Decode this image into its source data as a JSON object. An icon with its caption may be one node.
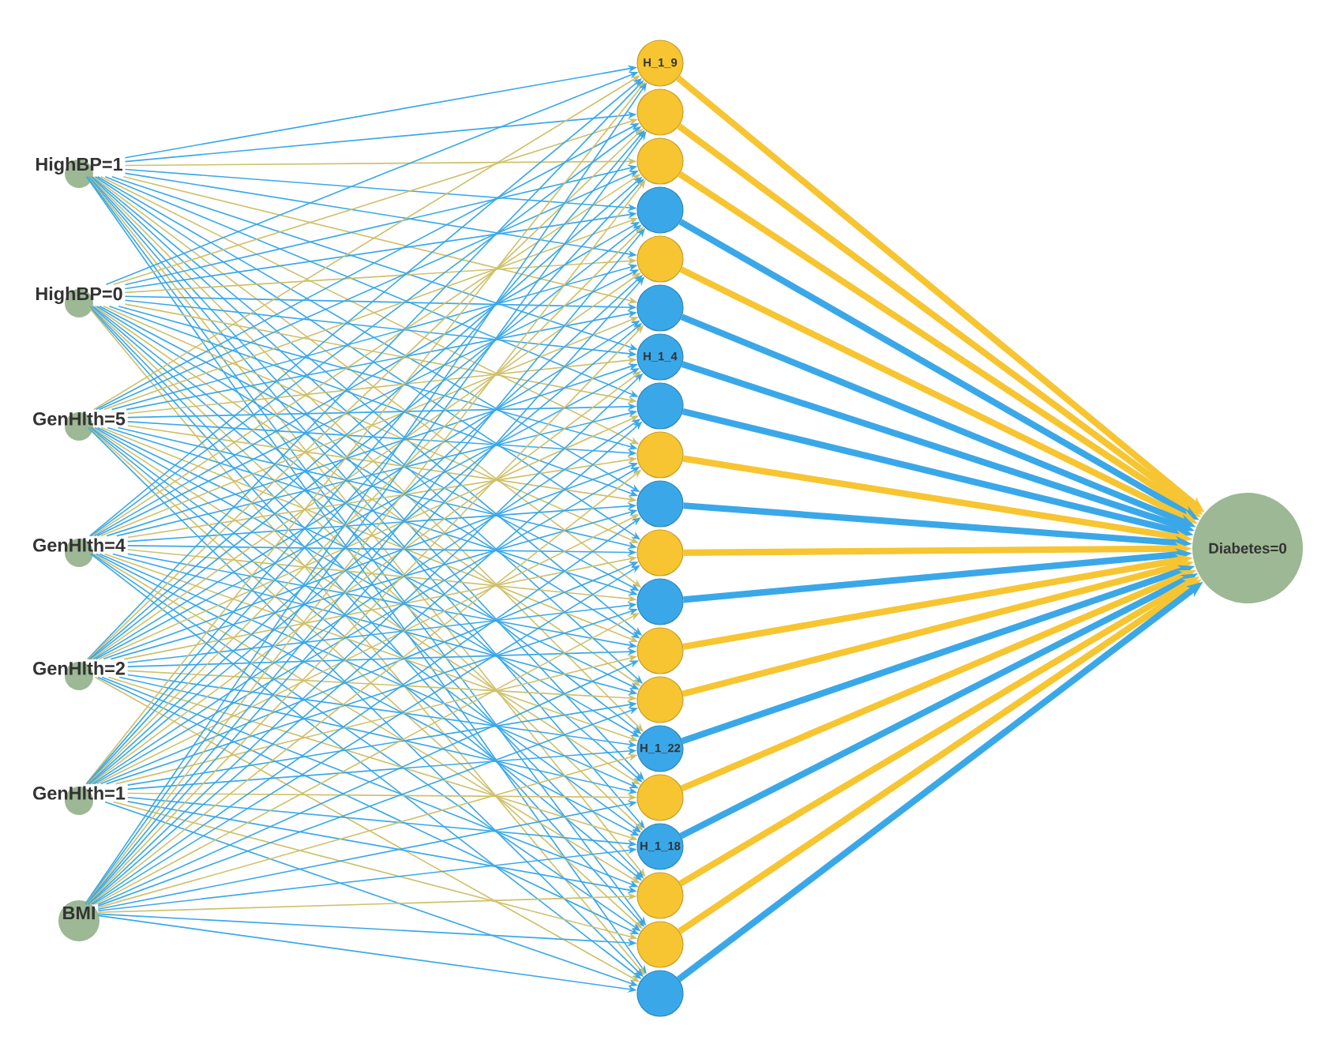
{
  "diagram": {
    "nodes": [
      {
        "text": [
          "HighBP=1"
        ]
      },
      {
        "text": [
          "HighBP=0"
        ]
      },
      {
        "text": [
          "GenHlth=5"
        ]
      },
      {
        "text": [
          "GenHlth=4"
        ]
      },
      {
        "text": [
          "GenHlth=2"
        ]
      },
      {
        "text": [
          "GenHlth=1"
        ]
      },
      {
        "text": [
          "BMI"
        ]
      },
      {
        "text": [
          "H_1_9"
        ]
      },
      {
        "text": [],
        "shape": "circle"
      },
      {
        "text": [],
        "shape": "circle"
      },
      {
        "text": [],
        "shape": "circle"
      },
      {
        "text": [],
        "shape": "circle"
      },
      {
        "text": [],
        "shape": "circle"
      },
      {
        "text": [
          "H_1_4"
        ]
      },
      {
        "text": [],
        "shape": "circle"
      },
      {
        "text": [],
        "shape": "circle"
      },
      {
        "text": [],
        "shape": "circle"
      },
      {
        "text": [],
        "shape": "circle"
      },
      {
        "text": [],
        "shape": "circle"
      },
      {
        "text": [],
        "shape": "circle"
      },
      {
        "text": [],
        "shape": "circle"
      },
      {
        "text": [
          "H_1_22"
        ]
      },
      {
        "text": [],
        "shape": "circle"
      },
      {
        "text": [
          "H_1_18"
        ]
      },
      {
        "text": [],
        "shape": "circle"
      },
      {
        "text": [],
        "shape": "circle"
      },
      {
        "text": [],
        "shape": "circle"
      },
      {
        "text": [
          "Diabetes=0"
        ]
      }
    ],
    "edges": [
      {
        "from": 0,
        "to": 7,
        "arrow": "to"
      },
      {
        "from": 0,
        "to": 8,
        "arrow": "to"
      },
      {
        "from": 0,
        "to": 9,
        "arrow": "to",
        "color": "#cfc06a"
      },
      {
        "from": 0,
        "to": 10,
        "arrow": "to"
      },
      {
        "from": 0,
        "to": 11,
        "arrow": "to"
      },
      {
        "from": 0,
        "to": 12,
        "arrow": "to",
        "color": "#cfc06a"
      },
      {
        "from": 0,
        "to": 13,
        "arrow": "to"
      },
      {
        "from": 0,
        "to": 14,
        "arrow": "to"
      },
      {
        "from": 0,
        "to": 15,
        "arrow": "to",
        "color": "#cfc06a"
      },
      {
        "from": 0,
        "to": 16,
        "arrow": "to"
      },
      {
        "from": 0,
        "to": 17,
        "arrow": "to"
      },
      {
        "from": 0,
        "to": 18,
        "arrow": "to",
        "color": "#cfc06a"
      },
      {
        "from": 0,
        "to": 19,
        "arrow": "to"
      },
      {
        "from": 0,
        "to": 20,
        "arrow": "to"
      },
      {
        "from": 0,
        "to": 21,
        "arrow": "to",
        "color": "#cfc06a"
      },
      {
        "from": 0,
        "to": 22,
        "arrow": "to"
      },
      {
        "from": 0,
        "to": 23,
        "arrow": "to"
      },
      {
        "from": 0,
        "to": 24,
        "arrow": "to",
        "color": "#cfc06a"
      },
      {
        "from": 0,
        "to": 25,
        "arrow": "to"
      },
      {
        "from": 0,
        "to": 26,
        "arrow": "to"
      },
      {
        "from": 1,
        "to": 7,
        "arrow": "to"
      },
      {
        "from": 1,
        "to": 8,
        "arrow": "to",
        "color": "#cfc06a"
      },
      {
        "from": 1,
        "to": 9,
        "arrow": "to"
      },
      {
        "from": 1,
        "to": 10,
        "arrow": "to"
      },
      {
        "from": 1,
        "to": 11,
        "arrow": "to",
        "color": "#cfc06a"
      },
      {
        "from": 1,
        "to": 12,
        "arrow": "to"
      },
      {
        "from": 1,
        "to": 13,
        "arrow": "to"
      },
      {
        "from": 1,
        "to": 14,
        "arrow": "to",
        "color": "#cfc06a"
      },
      {
        "from": 1,
        "to": 15,
        "arrow": "to"
      },
      {
        "from": 1,
        "to": 16,
        "arrow": "to"
      },
      {
        "from": 1,
        "to": 17,
        "arrow": "to",
        "color": "#cfc06a"
      },
      {
        "from": 1,
        "to": 18,
        "arrow": "to"
      },
      {
        "from": 1,
        "to": 19,
        "arrow": "to"
      },
      {
        "from": 1,
        "to": 20,
        "arrow": "to",
        "color": "#cfc06a"
      },
      {
        "from": 1,
        "to": 21,
        "arrow": "to"
      },
      {
        "from": 1,
        "to": 22,
        "arrow": "to"
      },
      {
        "from": 1,
        "to": 23,
        "arrow": "to",
        "color": "#cfc06a"
      },
      {
        "from": 1,
        "to": 24,
        "arrow": "to"
      },
      {
        "from": 1,
        "to": 25,
        "arrow": "to"
      },
      {
        "from": 1,
        "to": 26,
        "arrow": "to",
        "color": "#cfc06a"
      },
      {
        "from": 2,
        "to": 7,
        "arrow": "to",
        "color": "#cfc06a"
      },
      {
        "from": 2,
        "to": 8,
        "arrow": "to"
      },
      {
        "from": 2,
        "to": 9,
        "arrow": "to"
      },
      {
        "from": 2,
        "to": 10,
        "arrow": "to",
        "color": "#cfc06a"
      },
      {
        "from": 2,
        "to": 11,
        "arrow": "to"
      },
      {
        "from": 2,
        "to": 12,
        "arrow": "to"
      },
      {
        "from": 2,
        "to": 13,
        "arrow": "to",
        "color": "#cfc06a"
      },
      {
        "from": 2,
        "to": 14,
        "arrow": "to"
      },
      {
        "from": 2,
        "to": 15,
        "arrow": "to"
      },
      {
        "from": 2,
        "to": 16,
        "arrow": "to",
        "color": "#cfc06a"
      },
      {
        "from": 2,
        "to": 17,
        "arrow": "to"
      },
      {
        "from": 2,
        "to": 18,
        "arrow": "to"
      },
      {
        "from": 2,
        "to": 19,
        "arrow": "to",
        "color": "#cfc06a"
      },
      {
        "from": 2,
        "to": 20,
        "arrow": "to"
      },
      {
        "from": 2,
        "to": 21,
        "arrow": "to"
      },
      {
        "from": 2,
        "to": 22,
        "arrow": "to",
        "color": "#cfc06a"
      },
      {
        "from": 2,
        "to": 23,
        "arrow": "to"
      },
      {
        "from": 2,
        "to": 24,
        "arrow": "to"
      },
      {
        "from": 2,
        "to": 25,
        "arrow": "to",
        "color": "#cfc06a"
      },
      {
        "from": 2,
        "to": 26,
        "arrow": "to"
      },
      {
        "from": 3,
        "to": 7,
        "arrow": "to"
      },
      {
        "from": 3,
        "to": 8,
        "arrow": "to"
      },
      {
        "from": 3,
        "to": 9,
        "arrow": "to",
        "color": "#cfc06a"
      },
      {
        "from": 3,
        "to": 10,
        "arrow": "to"
      },
      {
        "from": 3,
        "to": 11,
        "arrow": "to"
      },
      {
        "from": 3,
        "to": 12,
        "arrow": "to",
        "color": "#cfc06a"
      },
      {
        "from": 3,
        "to": 13,
        "arrow": "to"
      },
      {
        "from": 3,
        "to": 14,
        "arrow": "to"
      },
      {
        "from": 3,
        "to": 15,
        "arrow": "to",
        "color": "#cfc06a"
      },
      {
        "from": 3,
        "to": 16,
        "arrow": "to"
      },
      {
        "from": 3,
        "to": 17,
        "arrow": "to"
      },
      {
        "from": 3,
        "to": 18,
        "arrow": "to",
        "color": "#cfc06a"
      },
      {
        "from": 3,
        "to": 19,
        "arrow": "to"
      },
      {
        "from": 3,
        "to": 20,
        "arrow": "to"
      },
      {
        "from": 3,
        "to": 21,
        "arrow": "to",
        "color": "#cfc06a"
      },
      {
        "from": 3,
        "to": 22,
        "arrow": "to"
      },
      {
        "from": 3,
        "to": 23,
        "arrow": "to"
      },
      {
        "from": 3,
        "to": 24,
        "arrow": "to",
        "color": "#cfc06a"
      },
      {
        "from": 3,
        "to": 25,
        "arrow": "to"
      },
      {
        "from": 3,
        "to": 26,
        "arrow": "to"
      },
      {
        "from": 4,
        "to": 7,
        "arrow": "to"
      },
      {
        "from": 4,
        "to": 8,
        "arrow": "to",
        "color": "#cfc06a"
      },
      {
        "from": 4,
        "to": 9,
        "arrow": "to"
      },
      {
        "from": 4,
        "to": 10,
        "arrow": "to"
      },
      {
        "from": 4,
        "to": 11,
        "arrow": "to",
        "color": "#cfc06a"
      },
      {
        "from": 4,
        "to": 12,
        "arrow": "to"
      },
      {
        "from": 4,
        "to": 13,
        "arrow": "to"
      },
      {
        "from": 4,
        "to": 14,
        "arrow": "to",
        "color": "#cfc06a"
      },
      {
        "from": 4,
        "to": 15,
        "arrow": "to"
      },
      {
        "from": 4,
        "to": 16,
        "arrow": "to"
      },
      {
        "from": 4,
        "to": 17,
        "arrow": "to",
        "color": "#cfc06a"
      },
      {
        "from": 4,
        "to": 18,
        "arrow": "to"
      },
      {
        "from": 4,
        "to": 19,
        "arrow": "to"
      },
      {
        "from": 4,
        "to": 20,
        "arrow": "to",
        "color": "#cfc06a"
      },
      {
        "from": 4,
        "to": 21,
        "arrow": "to"
      },
      {
        "from": 4,
        "to": 22,
        "arrow": "to"
      },
      {
        "from": 4,
        "to": 23,
        "arrow": "to",
        "color": "#cfc06a"
      },
      {
        "from": 4,
        "to": 24,
        "arrow": "to"
      },
      {
        "from": 4,
        "to": 25,
        "arrow": "to"
      },
      {
        "from": 4,
        "to": 26,
        "arrow": "to",
        "color": "#cfc06a"
      },
      {
        "from": 5,
        "to": 7,
        "arrow": "to",
        "color": "#cfc06a"
      },
      {
        "from": 5,
        "to": 8,
        "arrow": "to"
      },
      {
        "from": 5,
        "to": 9,
        "arrow": "to"
      },
      {
        "from": 5,
        "to": 10,
        "arrow": "to",
        "color": "#cfc06a"
      },
      {
        "from": 5,
        "to": 11,
        "arrow": "to"
      },
      {
        "from": 5,
        "to": 12,
        "arrow": "to"
      },
      {
        "from": 5,
        "to": 13,
        "arrow": "to",
        "color": "#cfc06a"
      },
      {
        "from": 5,
        "to": 14,
        "arrow": "to"
      },
      {
        "from": 5,
        "to": 15,
        "arrow": "to"
      },
      {
        "from": 5,
        "to": 16,
        "arrow": "to",
        "color": "#cfc06a"
      },
      {
        "from": 5,
        "to": 17,
        "arrow": "to"
      },
      {
        "from": 5,
        "to": 18,
        "arrow": "to"
      },
      {
        "from": 5,
        "to": 19,
        "arrow": "to",
        "color": "#cfc06a"
      },
      {
        "from": 5,
        "to": 20,
        "arrow": "to"
      },
      {
        "from": 5,
        "to": 21,
        "arrow": "to"
      },
      {
        "from": 5,
        "to": 22,
        "arrow": "to",
        "color": "#cfc06a"
      },
      {
        "from": 5,
        "to": 23,
        "arrow": "to"
      },
      {
        "from": 5,
        "to": 24,
        "arrow": "to"
      },
      {
        "from": 5,
        "to": 25,
        "arrow": "to",
        "color": "#cfc06a"
      },
      {
        "from": 5,
        "to": 26,
        "arrow": "to"
      },
      {
        "from": 6,
        "to": 7,
        "arrow": "to"
      },
      {
        "from": 6,
        "to": 8,
        "arrow": "to"
      },
      {
        "from": 6,
        "to": 9,
        "arrow": "to",
        "color": "#cfc06a"
      },
      {
        "from": 6,
        "to": 10,
        "arrow": "to"
      },
      {
        "from": 6,
        "to": 11,
        "arrow": "to"
      },
      {
        "from": 6,
        "to": 12,
        "arrow": "to",
        "color": "#cfc06a"
      },
      {
        "from": 6,
        "to": 13,
        "arrow": "to"
      },
      {
        "from": 6,
        "to": 14,
        "arrow": "to"
      },
      {
        "from": 6,
        "to": 15,
        "arrow": "to",
        "color": "#cfc06a"
      },
      {
        "from": 6,
        "to": 16,
        "arrow": "to"
      },
      {
        "from": 6,
        "to": 17,
        "arrow": "to"
      },
      {
        "from": 6,
        "to": 18,
        "arrow": "to",
        "color": "#cfc06a"
      },
      {
        "from": 6,
        "to": 19,
        "arrow": "to"
      },
      {
        "from": 6,
        "to": 20,
        "arrow": "to"
      },
      {
        "from": 6,
        "to": 21,
        "arrow": "to",
        "color": "#cfc06a"
      },
      {
        "from": 6,
        "to": 22,
        "arrow": "to"
      },
      {
        "from": 6,
        "to": 23,
        "arrow": "to"
      },
      {
        "from": 6,
        "to": 24,
        "arrow": "to",
        "color": "#cfc06a"
      },
      {
        "from": 6,
        "to": 25,
        "arrow": "to"
      },
      {
        "from": 6,
        "to": 26,
        "arrow": "to"
      },
      {
        "from": 7,
        "to": 27,
        "arrow": "to",
        "style": "thick",
        "color": "#f7c531"
      },
      {
        "from": 8,
        "to": 27,
        "arrow": "to",
        "style": "thick",
        "color": "#f7c531"
      },
      {
        "from": 9,
        "to": 27,
        "arrow": "to",
        "style": "thick",
        "color": "#f7c531"
      },
      {
        "from": 10,
        "to": 27,
        "arrow": "to",
        "style": "thick"
      },
      {
        "from": 11,
        "to": 27,
        "arrow": "to",
        "style": "thick",
        "color": "#f7c531"
      },
      {
        "from": 12,
        "to": 27,
        "arrow": "to",
        "style": "thick"
      },
      {
        "from": 13,
        "to": 27,
        "arrow": "to",
        "style": "thick"
      },
      {
        "from": 14,
        "to": 27,
        "arrow": "to",
        "style": "thick"
      },
      {
        "from": 15,
        "to": 27,
        "arrow": "to",
        "style": "thick",
        "color": "#f7c531"
      },
      {
        "from": 16,
        "to": 27,
        "arrow": "to",
        "style": "thick"
      },
      {
        "from": 17,
        "to": 27,
        "arrow": "to",
        "style": "thick",
        "color": "#f7c531"
      },
      {
        "from": 18,
        "to": 27,
        "arrow": "to",
        "style": "thick"
      },
      {
        "from": 19,
        "to": 27,
        "arrow": "to",
        "style": "thick",
        "color": "#f7c531"
      },
      {
        "from": 20,
        "to": 27,
        "arrow": "to",
        "style": "thick",
        "color": "#f7c531"
      },
      {
        "from": 21,
        "to": 27,
        "arrow": "to",
        "style": "thick"
      },
      {
        "from": 22,
        "to": 27,
        "arrow": "to",
        "style": "thick",
        "color": "#f7c531"
      },
      {
        "from": 23,
        "to": 27,
        "arrow": "to",
        "style": "thick"
      },
      {
        "from": 24,
        "to": 27,
        "arrow": "to",
        "style": "thick",
        "color": "#f7c531"
      },
      {
        "from": 25,
        "to": 27,
        "arrow": "to",
        "style": "thick",
        "color": "#f7c531"
      },
      {
        "from": 26,
        "to": 27,
        "arrow": "to",
        "style": "thick"
      }
    ]
  }
}
